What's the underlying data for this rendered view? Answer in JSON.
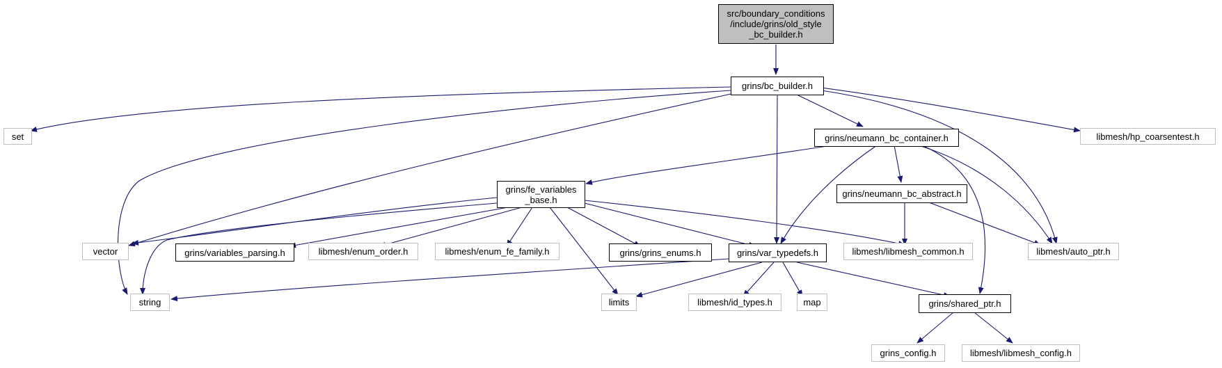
{
  "colors": {
    "edge": "#191970",
    "root_fill": "#bfbfbf",
    "internal_border": "#000000",
    "external_border": "#bfbfbf"
  },
  "nodes": {
    "root": "src/boundary_conditions\n/include/grins/old_style\n_bc_builder.h",
    "bc_builder": "grins/bc_builder.h",
    "set": "set",
    "hp_coarsentest": "libmesh/hp_coarsentest.h",
    "neumann_bc_container": "grins/neumann_bc_container.h",
    "fe_variables_base": "grins/fe_variables\n_base.h",
    "neumann_bc_abstract": "grins/neumann_bc_abstract.h",
    "vector": "vector",
    "variables_parsing": "grins/variables_parsing.h",
    "enum_order": "libmesh/enum_order.h",
    "enum_fe_family": "libmesh/enum_fe_family.h",
    "grins_enums": "grins/grins_enums.h",
    "var_typedefs": "grins/var_typedefs.h",
    "libmesh_common": "libmesh/libmesh_common.h",
    "auto_ptr": "libmesh/auto_ptr.h",
    "string": "string",
    "limits": "limits",
    "id_types": "libmesh/id_types.h",
    "map": "map",
    "shared_ptr": "grins/shared_ptr.h",
    "grins_config": "grins_config.h",
    "libmesh_config": "libmesh/libmesh_config.h"
  }
}
